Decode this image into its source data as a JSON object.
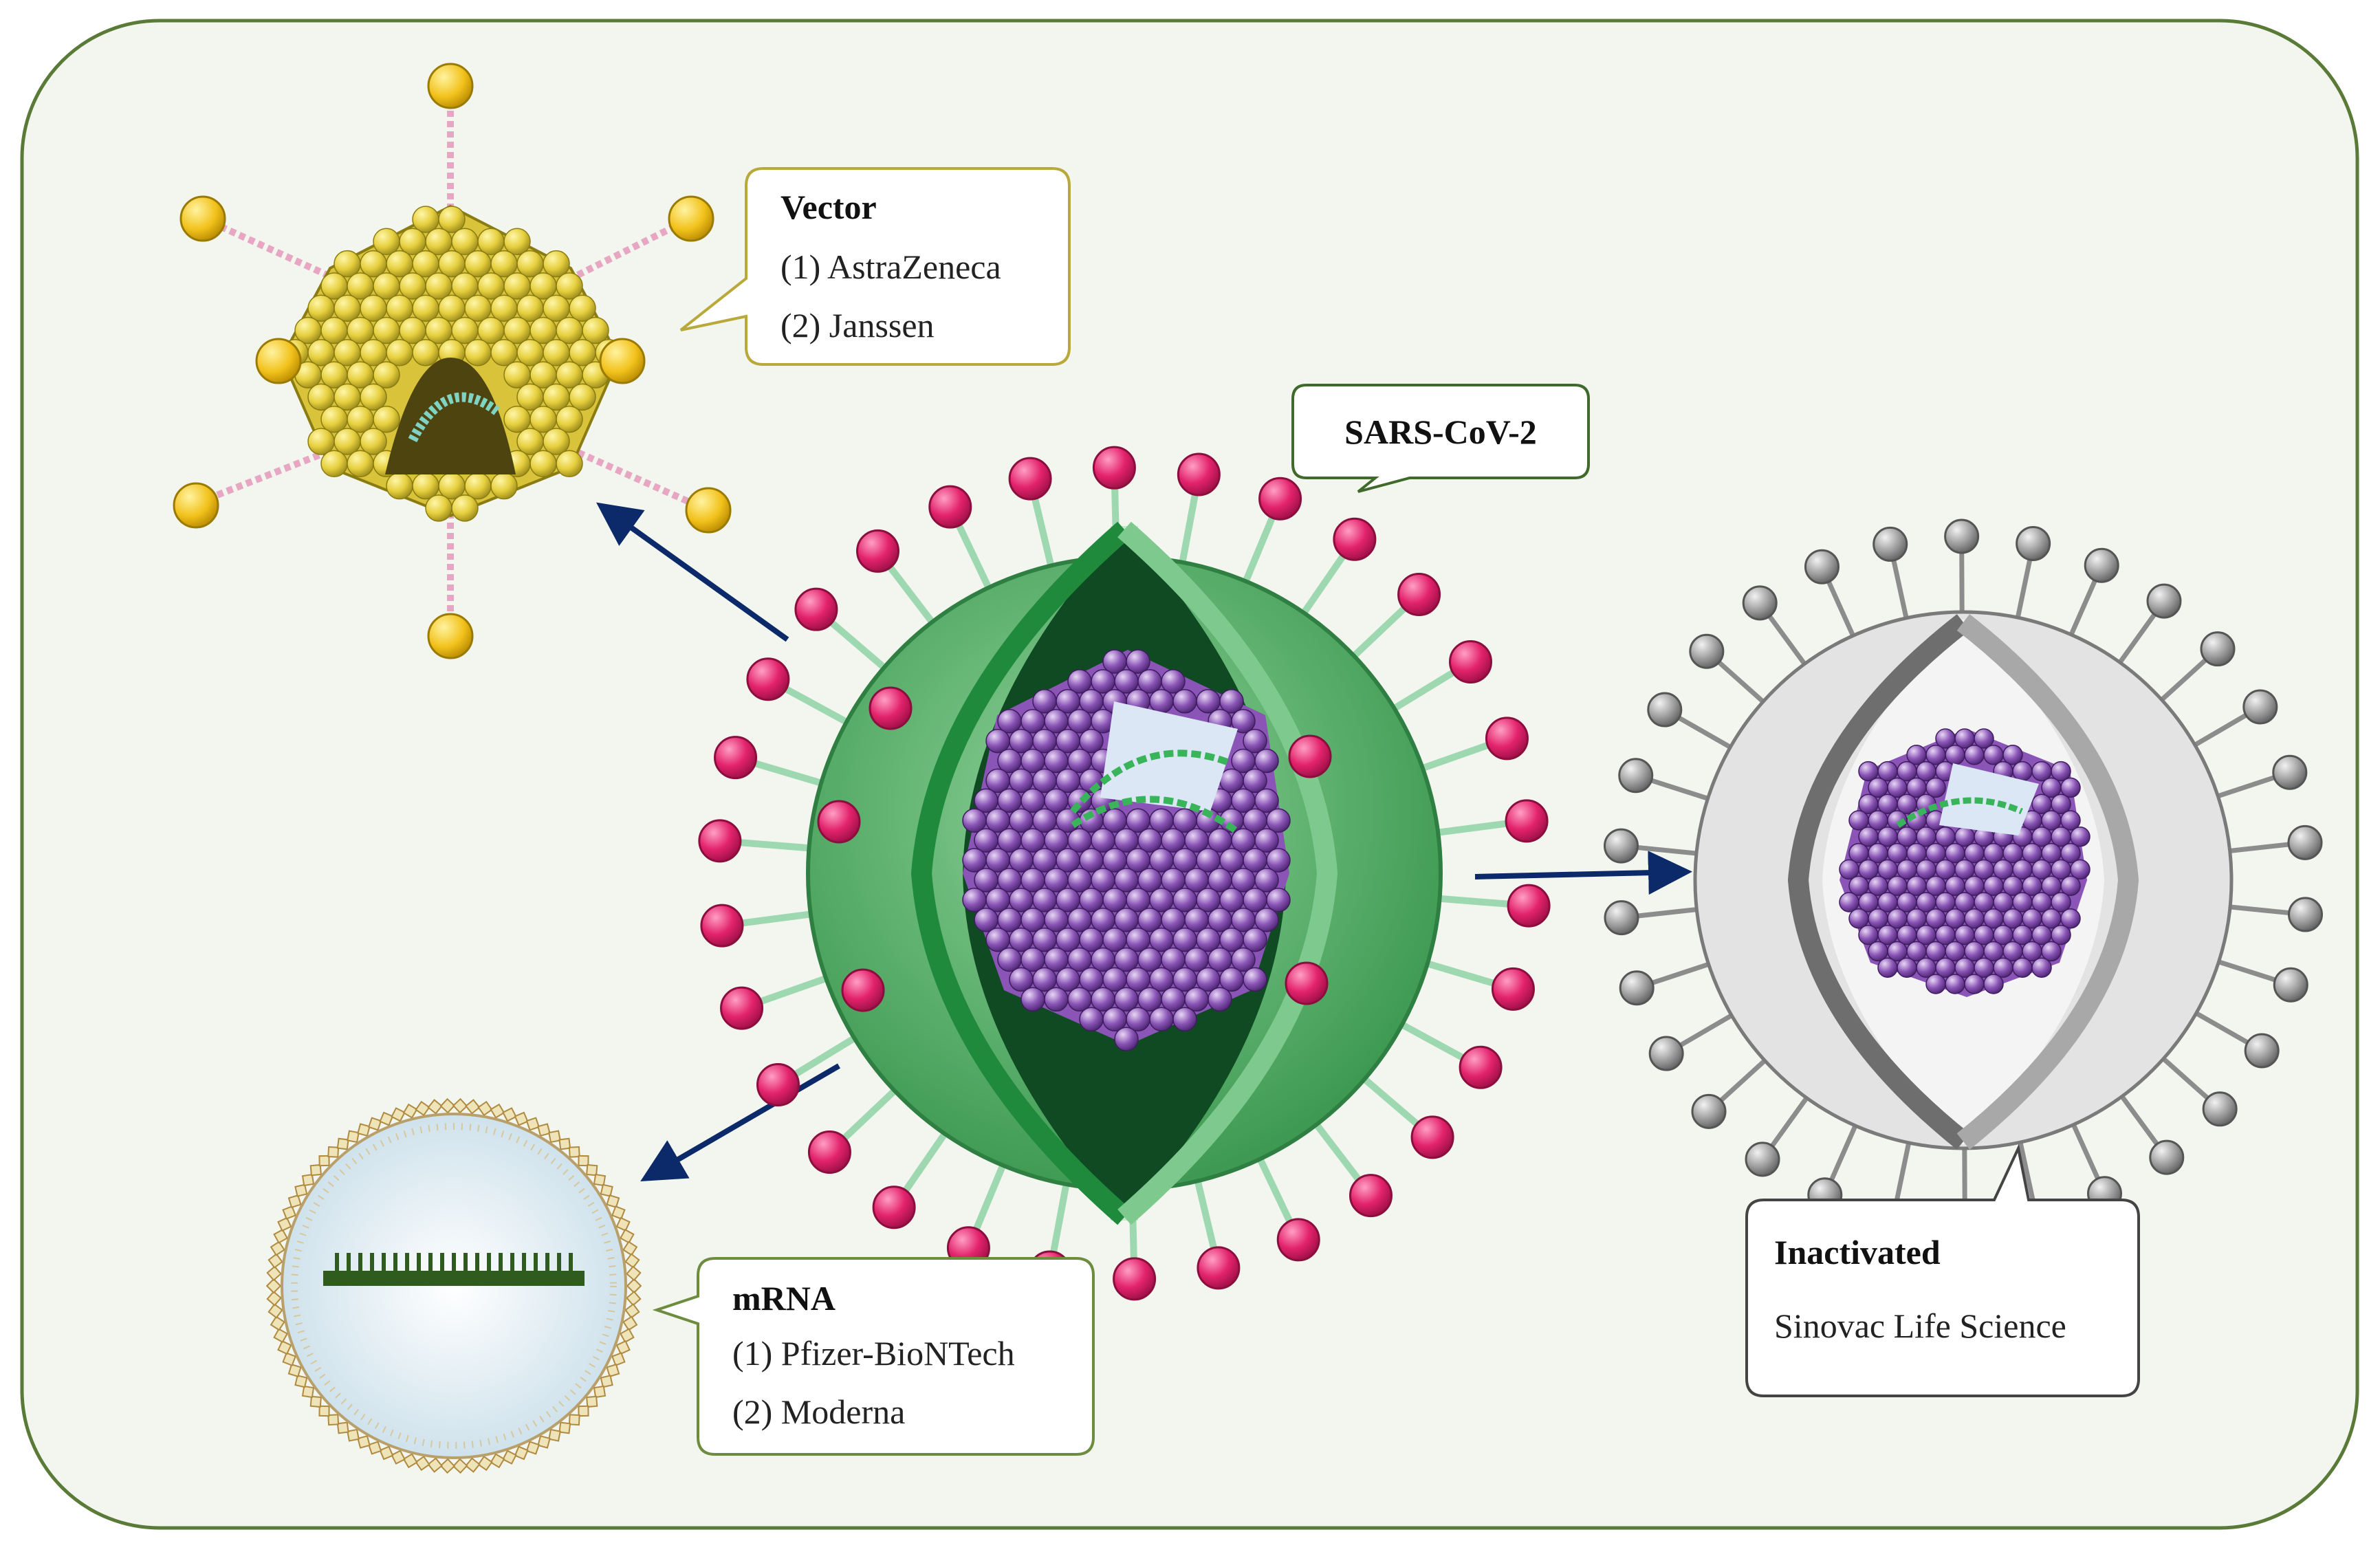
{
  "center_virus": {
    "label": "SARS-CoV-2"
  },
  "vector": {
    "title": "Vector",
    "items": [
      "(1) AstraZeneca",
      "(2) Janssen"
    ]
  },
  "mrna": {
    "title": "mRNA",
    "items": [
      "(1) Pfizer-BioNTech",
      "(2) Moderna"
    ]
  },
  "inactivated": {
    "title": "Inactivated",
    "items": [
      "Sinovac Life Science"
    ]
  },
  "colors": {
    "background": "#f2f6ee",
    "frame": "#5a7a38",
    "envelope": "#5db06b",
    "envelope_dark": "#0f4a22",
    "spike_head": "#e3236b",
    "capsid": "#8a55b6",
    "adenovirus": "#d9c33a",
    "arrow": "#0c2a6a",
    "inactivated_shell": "#d9d9d9",
    "inactivated_spike": "#8c8c8c",
    "vector_box_border": "#b8a93a",
    "mrna_box_border": "#6e8c3f",
    "inactivated_box_border": "#444444"
  }
}
